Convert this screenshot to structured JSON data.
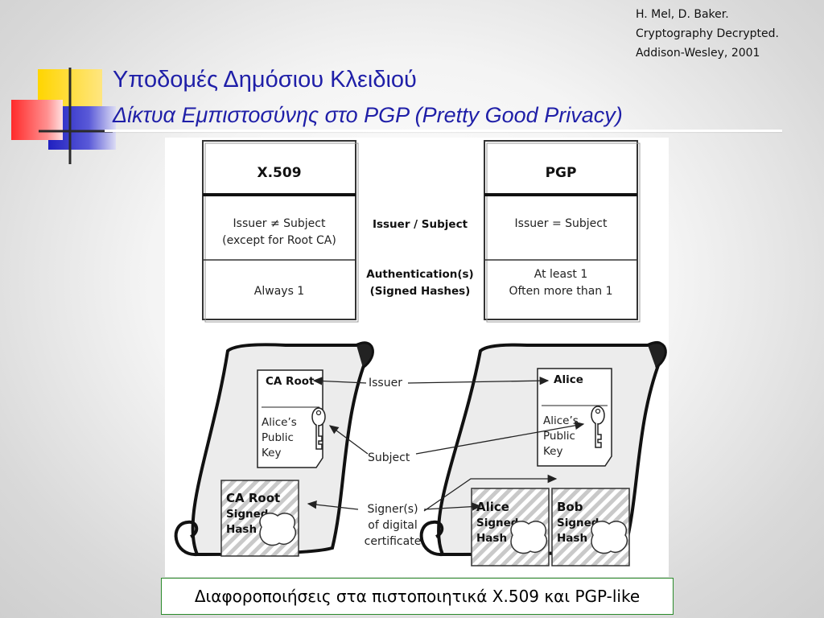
{
  "citation": {
    "line1": "H. Mel, D. Baker.",
    "line2": "Cryptography Decrypted.",
    "line3": "Addison-Wesley, 2001"
  },
  "slide": {
    "title": "Υποδομές Δημόσιου Κλειδιού",
    "subtitle": "Δίκτυα Εμπιστοσύνης στο PGP (Pretty Good Privacy)"
  },
  "comparison": {
    "x509_header": "X.509",
    "pgp_header": "PGP",
    "row1_label": "Issuer / Subject",
    "row2_label_line1": "Authentication(s)",
    "row2_label_line2": "(Signed Hashes)",
    "x509_row1_line1": "Issuer ≠ Subject",
    "x509_row1_line2": "(except for Root CA)",
    "x509_row2": "Always 1",
    "pgp_row1": "Issuer = Subject",
    "pgp_row2_line1": "At least 1",
    "pgp_row2_line2": "Often more than 1"
  },
  "scrolls": {
    "left_issuer": "CA Root",
    "left_key_line1": "Alice’s",
    "left_key_line2": "Public",
    "left_key_line3": "Key",
    "left_signed_line1": "CA Root",
    "left_signed_line2": "Signed",
    "left_signed_line3": "Hash",
    "right_issuer": "Alice",
    "right_key_line1": "Alice’s",
    "right_key_line2": "Public",
    "right_key_line3": "Key",
    "alice_signed_line1": "Alice",
    "alice_signed_line2": "Signed",
    "alice_signed_line3": "Hash",
    "bob_signed_line1": "Bob",
    "bob_signed_line2": "Signed",
    "bob_signed_line3": "Hash",
    "label_issuer": "Issuer",
    "label_subject": "Subject",
    "label_signers_line1": "Signer(s)",
    "label_signers_line2": "of digital",
    "label_signers_line3": "certificate"
  },
  "caption": "Διαφοροποιήσεις στα πιστοποιητικά X.509 και PGP-like",
  "colors": {
    "title": "#1f1fa8",
    "deco_yellow": "#ffd500",
    "deco_red": "#ff3030",
    "deco_blue": "#2020c0",
    "caption_border": "#2a8a2a"
  }
}
